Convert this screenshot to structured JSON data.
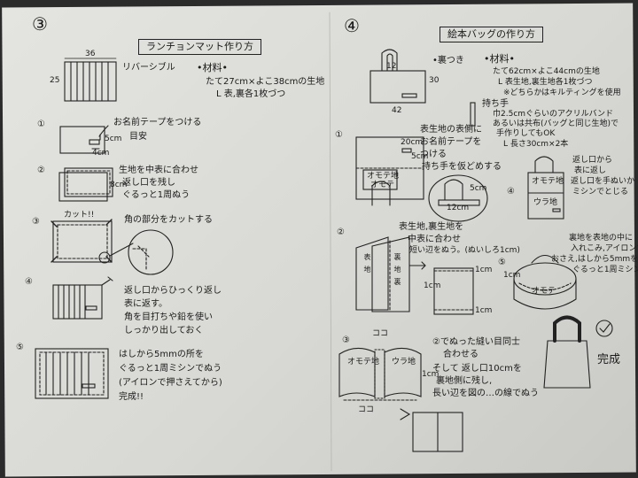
{
  "left": {
    "number": "③",
    "title": "ランチョンマット作り方",
    "dims": {
      "width": "36",
      "height": "25"
    },
    "reversible": "リバーシブル",
    "materials_heading": "•材料•",
    "materials_line1": "たて27cm×よこ38cmの生地",
    "materials_line2": "L 表,裏各1枚づつ",
    "steps": [
      {
        "num": "①",
        "lines": [
          "お名前テープをつける",
          "目安"
        ],
        "labels": [
          "5cm",
          "4cm"
        ]
      },
      {
        "num": "②",
        "lines": [
          "生地を中表に合わせ",
          "返し口を残し",
          "ぐるっと1周ぬう"
        ],
        "labels": [
          "8cm"
        ]
      },
      {
        "num": "③",
        "lines": [
          "角の部分をカットする"
        ],
        "labels": [
          "カット!!"
        ]
      },
      {
        "num": "④",
        "lines": [
          "返し口からひっくり返し",
          "表に返す。",
          "角を目打ちや鉛を使い",
          "しっかり出しておく"
        ]
      },
      {
        "num": "⑤",
        "lines": [
          "はしから5mmの所を",
          "ぐるっと1周ミシンでぬう",
          "(アイロンで押さえてから)",
          "完成!!"
        ]
      }
    ]
  },
  "right": {
    "number": "④",
    "title": "絵本バッグの作り方",
    "dims": {
      "handle": "12",
      "height": "30",
      "width": "42"
    },
    "back": "•裏つき",
    "materials_heading": "•材料•",
    "materials": [
      "たて62cm×よこ44cmの生地",
      "L 表生地,裏生地各1枚づつ",
      "※どちらかはキルティングを使用"
    ],
    "handle_heading": "持ち手",
    "handle_lines": [
      "巾2.5cmぐらいのアクリルバンド",
      "あるいは共布(バッグと同じ生地)で",
      "手作りしてもOK",
      "L 長さ30cm×2本"
    ],
    "steps": [
      {
        "num": "①",
        "lines": [
          "表生地の表側に",
          "お名前テープを",
          "つける",
          "持ち手を仮どめする"
        ],
        "labels": [
          "20cm",
          "5cm",
          "12cm",
          "5cm"
        ],
        "fabric": [
          "オモテ地",
          "オモテ"
        ]
      },
      {
        "num": "②",
        "lines": [
          "表生地,裏生地を",
          "中表に合わせ",
          "短い辺をぬう。(ぬいしろ1cm)"
        ],
        "labels": [
          "1cm",
          "1cm",
          "1cm"
        ],
        "fabric": [
          "表",
          "地",
          "裏",
          "地",
          "裏"
        ]
      },
      {
        "num": "③",
        "lines": [
          "②でぬった縫い目同士",
          "合わせる",
          "そして 返し口10cmを",
          "裏地側に残し,",
          "長い辺を図の…の線でぬう"
        ],
        "labels": [
          "ココ",
          "ココ",
          "1cm"
        ],
        "fabric": [
          "オモテ地",
          "ウラ地"
        ]
      },
      {
        "num": "④",
        "lines": [
          "返し口から",
          "表に返し",
          "返し口を手ぬいか",
          "ミシンでとじる"
        ],
        "fabric": [
          "オモテ地",
          "ウラ地"
        ]
      },
      {
        "num": "⑤",
        "lines": [
          "裏地を表地の中に",
          "入れこみ,アイロンで",
          "おさえ,はしから5mmを",
          "ぐるっと1周ミシン。"
        ],
        "labels": [
          "1cm"
        ],
        "fabric": [
          "オモテ"
        ]
      },
      {
        "done": "完成"
      }
    ]
  }
}
